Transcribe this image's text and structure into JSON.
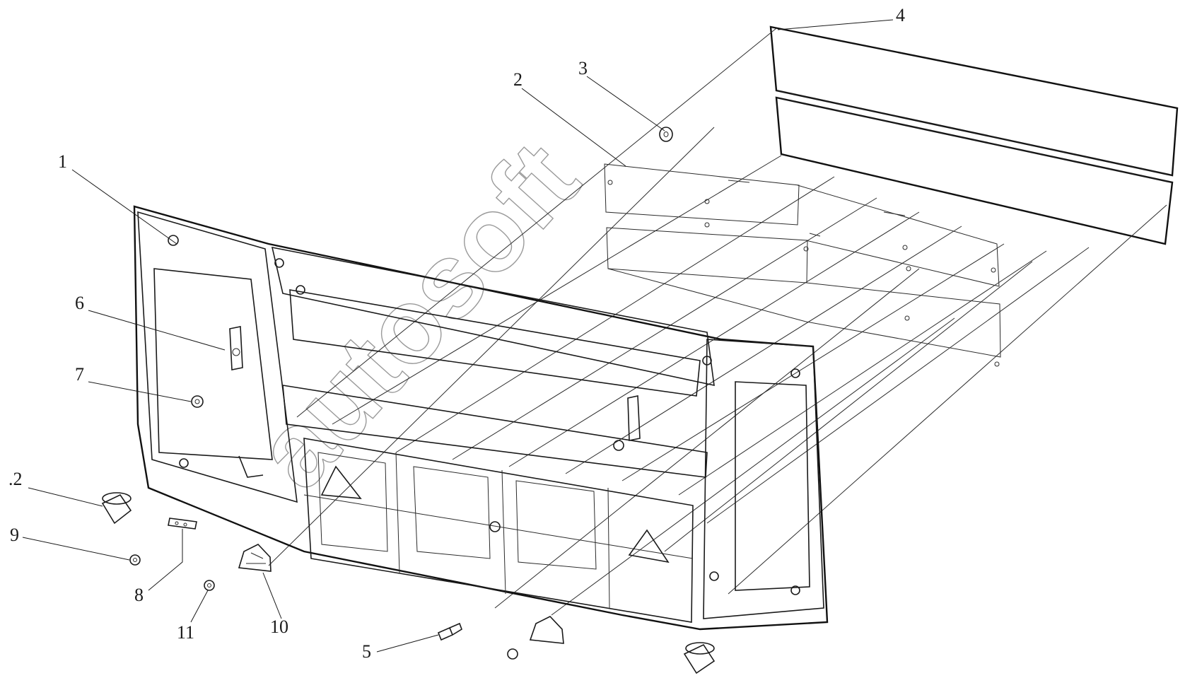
{
  "watermark": "autosoft",
  "callouts": [
    {
      "id": "1",
      "label": "1"
    },
    {
      "id": "2a",
      "label": "2"
    },
    {
      "id": "2b",
      "label": ".2"
    },
    {
      "id": "3",
      "label": "3"
    },
    {
      "id": "4",
      "label": "4"
    },
    {
      "id": "5",
      "label": "5"
    },
    {
      "id": "6",
      "label": "6"
    },
    {
      "id": "7",
      "label": "7"
    },
    {
      "id": "8",
      "label": "8"
    },
    {
      "id": "9",
      "label": "9"
    },
    {
      "id": "10",
      "label": "10"
    },
    {
      "id": "11",
      "label": "11"
    }
  ]
}
